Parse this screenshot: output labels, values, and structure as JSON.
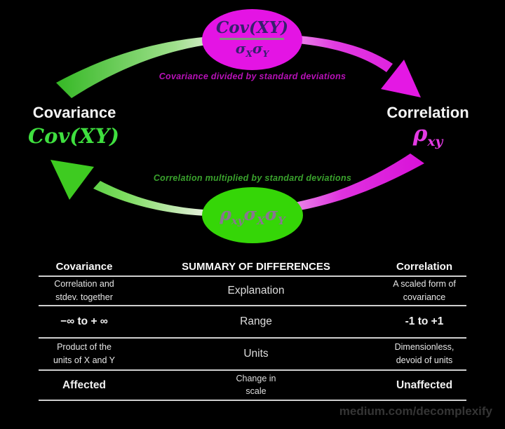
{
  "nodes": {
    "left": {
      "title": "Covariance"
    },
    "right": {
      "title": "Correlation"
    }
  },
  "math": {
    "cov": "Cov(XY)",
    "sigma": "σ",
    "sub_x": "X",
    "sub_y": "Y",
    "rho": "ρ",
    "sub_xy": "xy"
  },
  "captions": {
    "top": "Covariance divided by standard deviations",
    "bottom": "Correlation multiplied by standard deviations"
  },
  "table": {
    "headers": [
      "Covariance",
      "SUMMARY OF DIFFERENCES",
      "Correlation"
    ],
    "rows": [
      {
        "left": "Correlation and\nstdev. together",
        "center": "Explanation",
        "right": "A scaled form of\ncovariance"
      },
      {
        "left": "−∞ to + ∞",
        "center": "Range",
        "right": "-1 to +1"
      },
      {
        "left": "Product of the\nunits of X and Y",
        "center": "Units",
        "right": "Dimensionless,\ndevoid of units"
      },
      {
        "left": "Affected",
        "center": "Change in\nscale",
        "right": "Unaffected"
      }
    ]
  },
  "footer": "medium.com/decomplexify",
  "colors": {
    "magenta": "#e414e4",
    "green": "#35d607",
    "formula_dark_text": "#37206e",
    "formula_muted_text": "#8a7492",
    "caption_magenta": "#b811b8",
    "caption_green": "#3aa32d",
    "big_green_formula": "#3fdf3f",
    "big_magenta_formula": "#e43ae4",
    "table_line": "#cfcfcf",
    "footer_gray": "#353535"
  }
}
